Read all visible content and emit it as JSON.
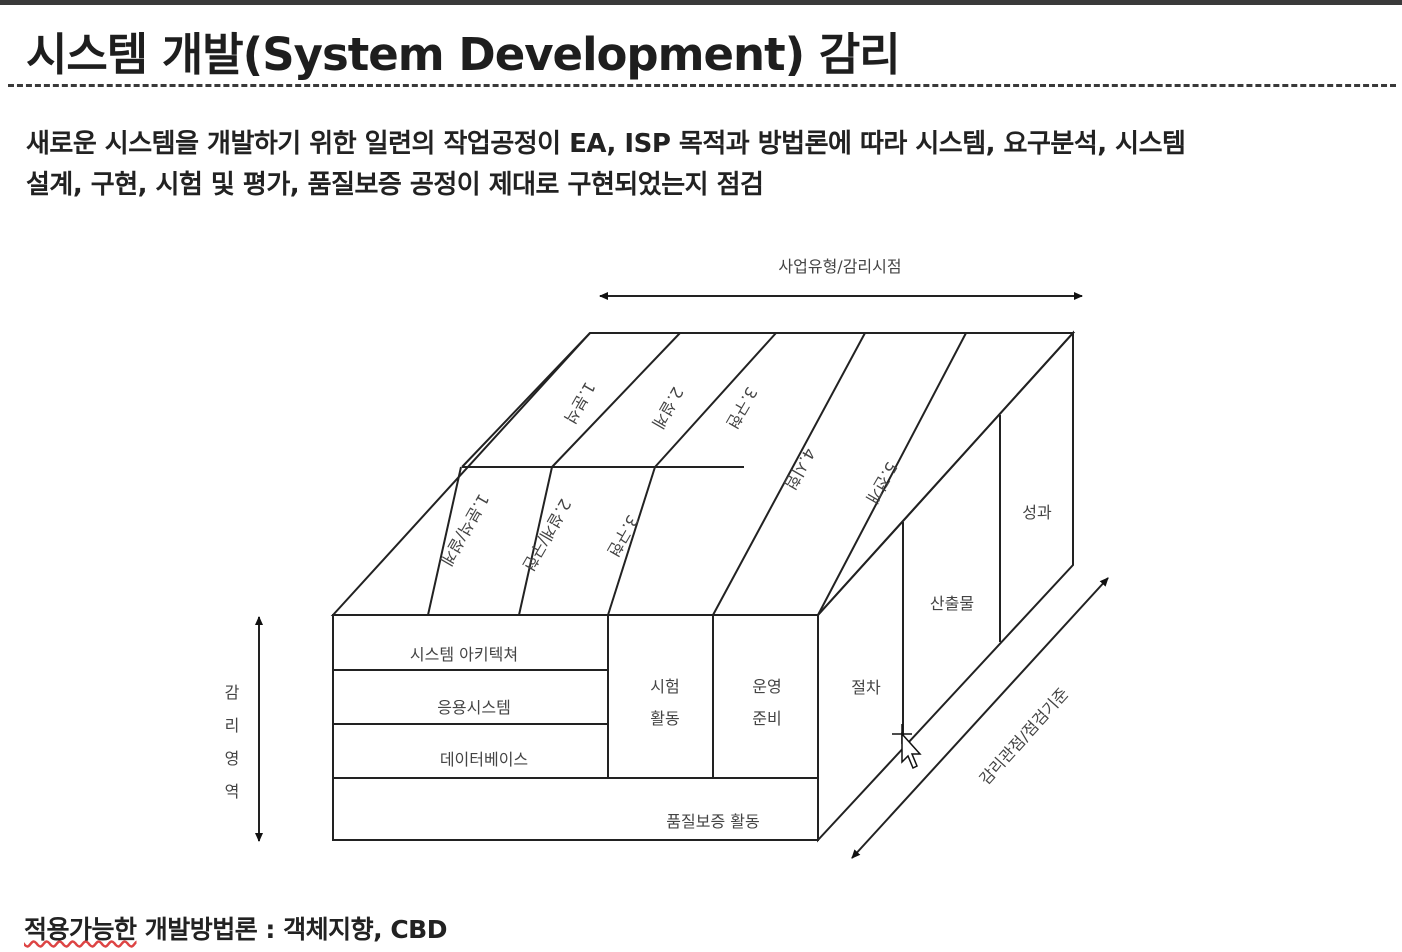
{
  "slide": {
    "title": "시스템 개발(System Development) 감리",
    "description_lines": [
      "새로운 시스템을 개발하기 위한 일련의 작업공정이 EA, ISP 목적과 방법론에 따라 시스템, 요구분석, 시스템",
      "설계, 구현, 시험 및 평가, 품질보증 공정이 제대로 구현되었는지 점검"
    ],
    "footer": {
      "label": "적용가능한",
      "text": " 개발방법론 : 객체지향, CBD"
    }
  },
  "diagram": {
    "top_axis_label": "사업유형/감리시점",
    "left_axis_label_chars": [
      "감",
      "리",
      "영",
      "역"
    ],
    "depth_axis_label": "감리관점/점검기준",
    "top_face": {
      "back_row": [
        "1.분석",
        "2.설계",
        "3.구현"
      ],
      "front_row": [
        "1.분석/설계",
        "2.설계/구현",
        "3.구현"
      ],
      "stages": [
        "4.시험",
        "5.전개"
      ]
    },
    "front_face": {
      "rows": [
        "시스템 아키텍쳐",
        "응용시스템",
        "데이터베이스"
      ],
      "col_test": [
        "시험",
        "활동"
      ],
      "col_ops": [
        "운영",
        "준비"
      ],
      "bottom": "품질보증 활동"
    },
    "side_face": [
      "절차",
      "산출물",
      "성과"
    ]
  }
}
